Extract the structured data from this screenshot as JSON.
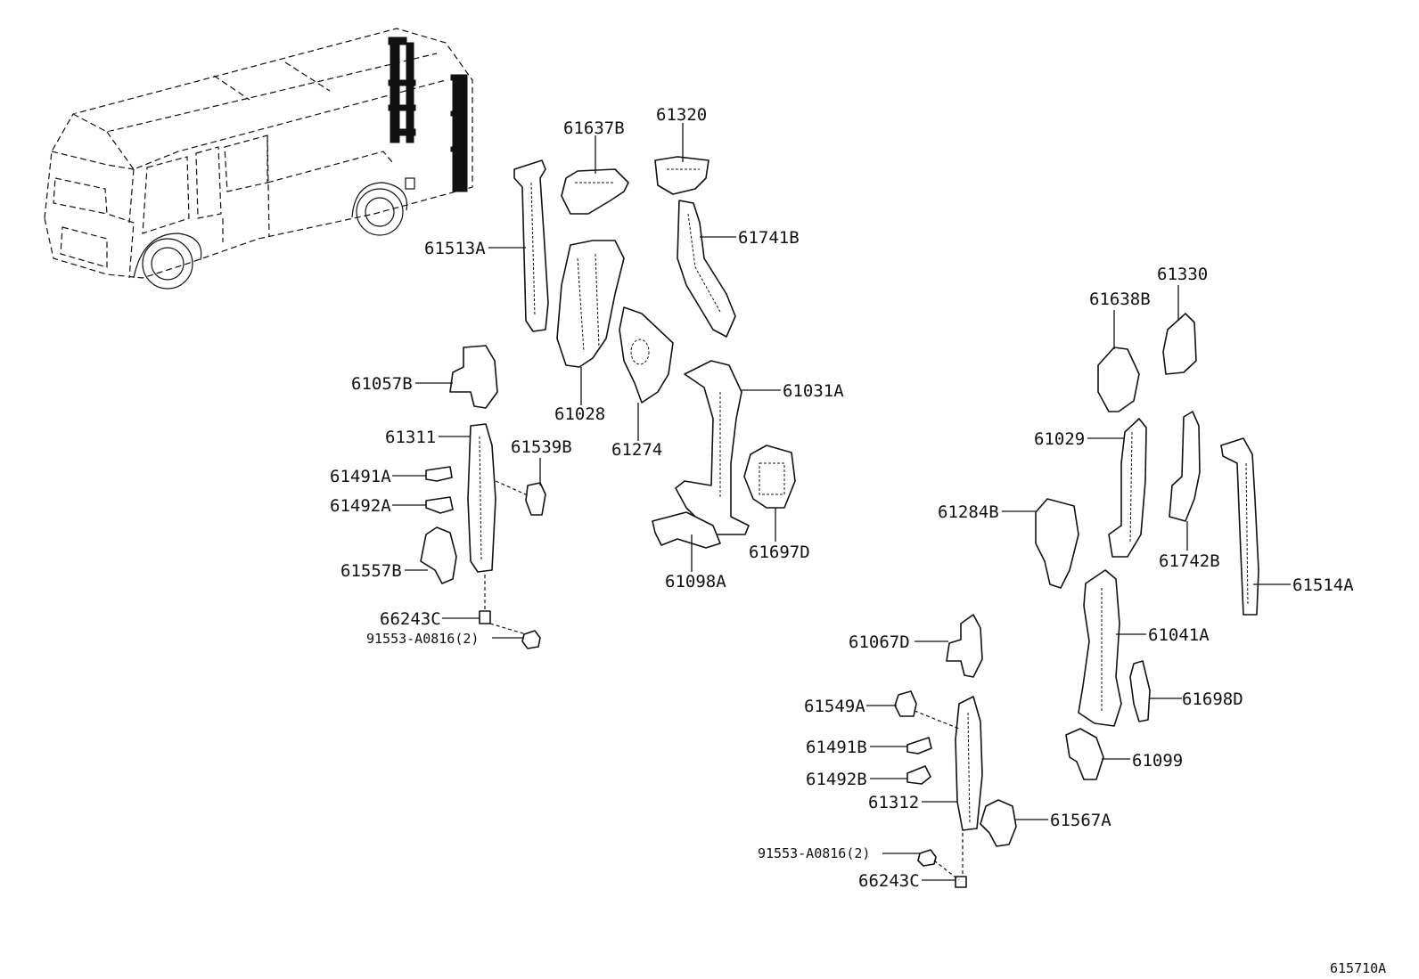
{
  "diagram_id": "615710A",
  "parts": {
    "p61513A": "61513A",
    "p61637B": "61637B",
    "p61320": "61320",
    "p61741B": "61741B",
    "p61028": "61028",
    "p61274": "61274",
    "p61057B": "61057B",
    "p61031A": "61031A",
    "p61311": "61311",
    "p61539B": "61539B",
    "p61491A": "61491A",
    "p61492A": "61492A",
    "p61557B": "61557B",
    "p61697D": "61697D",
    "p61098A": "61098A",
    "p66243C_l": "66243C",
    "p91553_l": "91553-A0816(2)",
    "p61330": "61330",
    "p61638B": "61638B",
    "p61029": "61029",
    "p61284B": "61284B",
    "p61742B": "61742B",
    "p61514A": "61514A",
    "p61041A": "61041A",
    "p61067D": "61067D",
    "p61549A": "61549A",
    "p61698D": "61698D",
    "p61491B": "61491B",
    "p61099": "61099",
    "p61492B": "61492B",
    "p61312": "61312",
    "p61567A": "61567A",
    "p91553_r": "91553-A0816(2)",
    "p66243C_r": "66243C"
  }
}
